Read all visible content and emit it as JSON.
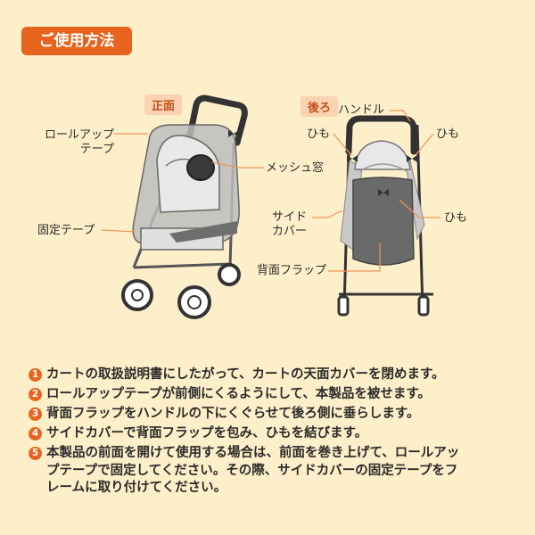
{
  "header": {
    "title": "ご使用方法"
  },
  "figure_front": {
    "tag": "正面",
    "labels": {
      "rollup_tape": "ロールアップ\nテープ",
      "mesh_window": "メッシュ窓",
      "fixing_tape": "固定テープ"
    }
  },
  "figure_back": {
    "tag": "後ろ",
    "labels": {
      "handle": "ハンドル",
      "himo_left": "ひも",
      "himo_right": "ひも",
      "himo_mid": "ひも",
      "side_cover": "サイド\nカバー",
      "back_flap": "背面フラップ"
    }
  },
  "steps": [
    {
      "num": "1",
      "text": "カートの取扱説明書にしたがって、カートの天面カバーを閉めます。"
    },
    {
      "num": "2",
      "text": "ロールアップテープが前側にくるようにして、本製品を被せます。"
    },
    {
      "num": "3",
      "text": "背面フラップをハンドルの下にくぐらせて後ろ側に垂らします。"
    },
    {
      "num": "4",
      "text": "サイドカバーで背面フラップを包み、ひもを結びます。"
    },
    {
      "num": "5",
      "text": "本製品の前面を開けて使用する場合は、前面を巻き上げて、ロールアッ\nプテープで固定してください。その際、サイドカバーの固定テープをフ\nレームに取り付けてください。"
    }
  ],
  "colors": {
    "accent": "#e8641e",
    "background": "#fdefc9",
    "tag_bg": "#fbd3b3"
  }
}
